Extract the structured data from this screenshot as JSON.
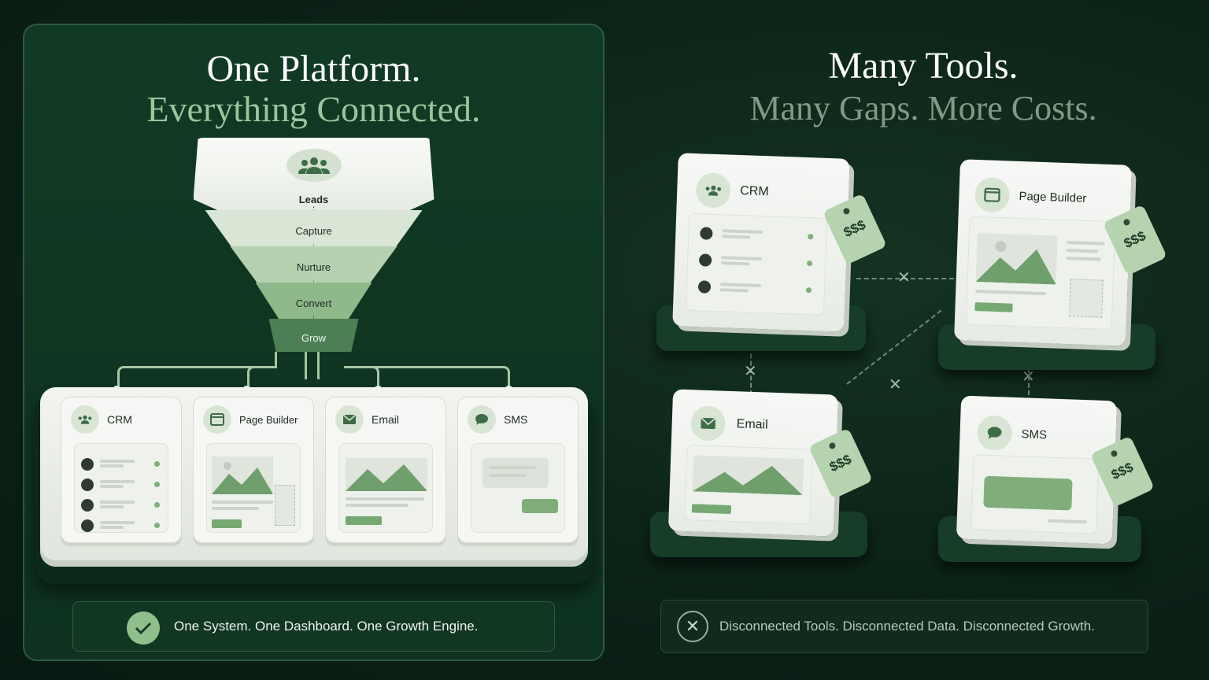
{
  "left": {
    "title_line1": "One Platform.",
    "title_line2": "Everything Connected.",
    "funnel": {
      "top_label": "Leads",
      "stages": [
        "Capture",
        "Nurture",
        "Convert",
        "Grow"
      ]
    },
    "tools": [
      {
        "label": "CRM",
        "icon": "users-icon"
      },
      {
        "label": "Page Builder",
        "icon": "browser-icon"
      },
      {
        "label": "Email",
        "icon": "mail-icon"
      },
      {
        "label": "SMS",
        "icon": "chat-icon"
      }
    ],
    "footer": "One System. One Dashboard. One Growth Engine."
  },
  "right": {
    "title_line1": "Many Tools.",
    "title_line2": "Many Gaps. More Costs.",
    "tools": [
      {
        "label": "CRM",
        "price": "$$$",
        "icon": "users-icon"
      },
      {
        "label": "Page Builder",
        "price": "$$$",
        "icon": "browser-icon"
      },
      {
        "label": "Email",
        "price": "$$$",
        "icon": "mail-icon"
      },
      {
        "label": "SMS",
        "price": "$$$",
        "icon": "chat-icon"
      }
    ],
    "footer": "Disconnected Tools. Disconnected Data. Disconnected Growth."
  },
  "colors": {
    "background": "#0b2116",
    "accent_green": "#8fbf8c",
    "muted_title": "#7f9a86"
  }
}
